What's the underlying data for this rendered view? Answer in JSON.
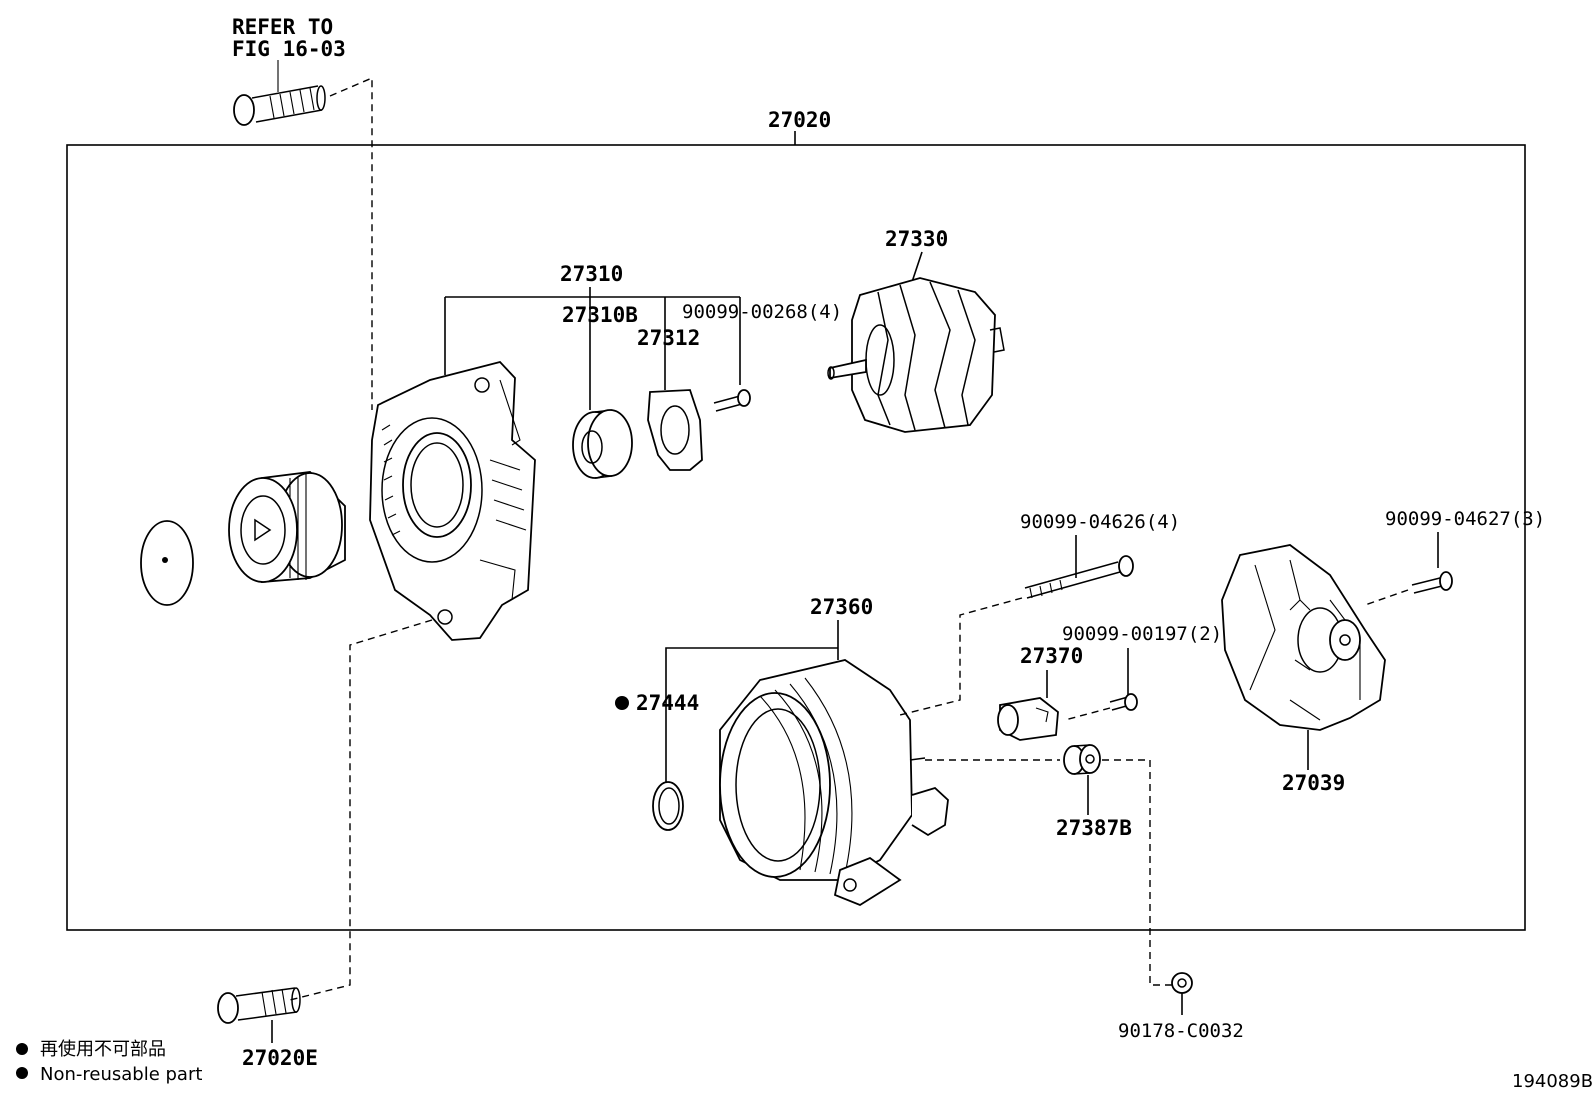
{
  "refer_note": {
    "line1": "REFER TO",
    "line2": "FIG 16-03"
  },
  "assembly": {
    "number": "27020"
  },
  "parts": {
    "p27310": "27310",
    "p27310B": "27310B",
    "p27312": "27312",
    "p90099_00268": "90099-00268(4)",
    "p27330": "27330",
    "p90099_04626": "90099-04626(4)",
    "p90099_04627": "90099-04627(3)",
    "p27360": "27360",
    "p27444": "27444",
    "p90099_00197": "90099-00197(2)",
    "p27370": "27370",
    "p27039": "27039",
    "p27387B": "27387B",
    "p90178_C0032": "90178-C0032",
    "p27020E": "27020E"
  },
  "legend": {
    "japanese": "再使用不可部品",
    "english": "Non-reusable part"
  },
  "figure_code": "194089B"
}
